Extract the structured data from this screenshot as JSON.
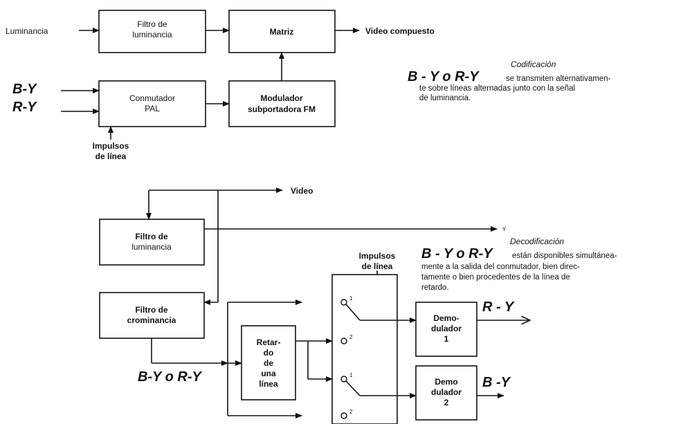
{
  "coding": {
    "luminancia_label": "Luminancia",
    "filtro_lum_line1": "Filtro de",
    "filtro_lum_line2": "luminancia",
    "matriz": "Matriz",
    "video_compuesto": "Video compuesto",
    "input_by": "B-Y",
    "input_ry": "R-Y",
    "conmutador_line1": "Conmutador",
    "conmutador_line2": "PAL",
    "modulador_line1": "Modulador",
    "modulador_line2": "subportadora FM",
    "impulsos_line1": "Impulsos",
    "impulsos_line2": "de línea"
  },
  "coding_note": {
    "title": "Codificación",
    "lead": "B - Y o R-Y",
    "line1": "se transmiten alternativamen-",
    "line2": "te sobre líneas alternadas junto con la señal",
    "line3": "de luminancia."
  },
  "decoding": {
    "video": "Video",
    "y_label": "Y",
    "filtro_lum_line1": "Filtro de",
    "filtro_lum_line2": "luminancia",
    "filtro_crom_line1": "Filtro de",
    "filtro_crom_line2": "crominancia",
    "impulsos_line1": "Impulsos",
    "impulsos_line2": "de línea",
    "retardo_lines": [
      "Retar-",
      "do",
      "de",
      "una",
      "línea"
    ],
    "byory": "B-Y o R-Y",
    "demod1_lines": [
      "Demo-",
      "dulador",
      "1"
    ],
    "demod2_lines": [
      "Demo",
      "dulador",
      "2"
    ],
    "out_ry": "R - Y",
    "out_by": "B -Y",
    "contact_1": "1",
    "contact_2": "2"
  },
  "decoding_note": {
    "title": "Decodificación",
    "lead": "B - Y o R-Y",
    "line1": "están disponibles simultánea-",
    "line2": "mente a la salida del conmutador, bien direc-",
    "line3": "tamente o bien procedentes de la línea de",
    "line4": "retardo."
  }
}
